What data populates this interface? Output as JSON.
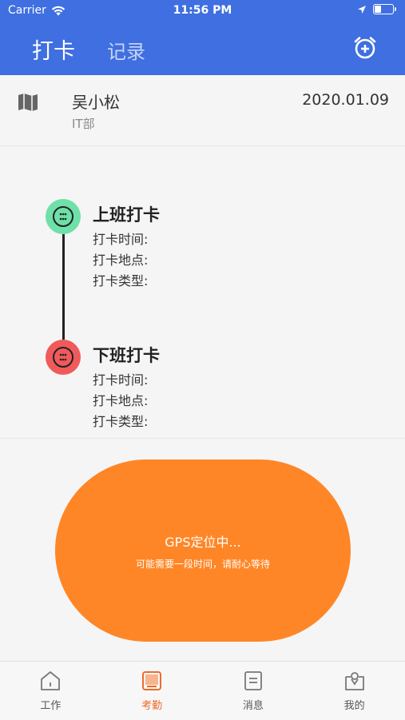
{
  "status_bar": {
    "carrier": "Carrier",
    "time": "11:56 PM"
  },
  "header": {
    "tabs": [
      {
        "label": "打卡",
        "active": true
      },
      {
        "label": "记录",
        "active": false
      }
    ],
    "alarm_icon": "alarm-add-icon",
    "color": "#3f6fe0"
  },
  "profile": {
    "name": "吴小松",
    "department": "IT部",
    "date": "2020.01.09",
    "icon": "map-icon"
  },
  "timeline": {
    "start": {
      "title": "上班打卡",
      "time_label": "打卡时间:",
      "location_label": "打卡地点:",
      "type_label": "打卡类型:",
      "color": "#6ee0a8"
    },
    "end": {
      "title": "下班打卡",
      "time_label": "打卡时间:",
      "location_label": "打卡地点:",
      "type_label": "打卡类型:",
      "color": "#f05a5a"
    }
  },
  "punch_button": {
    "main_text": "GPS定位中...",
    "sub_text": "可能需要一段时间，请耐心等待",
    "color": "#ff8626"
  },
  "bottom_nav": {
    "items": [
      {
        "label": "工作",
        "icon": "home-icon",
        "active": false
      },
      {
        "label": "考勤",
        "icon": "attendance-icon",
        "active": true
      },
      {
        "label": "消息",
        "icon": "message-icon",
        "active": false
      },
      {
        "label": "我的",
        "icon": "profile-icon",
        "active": false
      }
    ],
    "active_color": "#f06a2a"
  }
}
